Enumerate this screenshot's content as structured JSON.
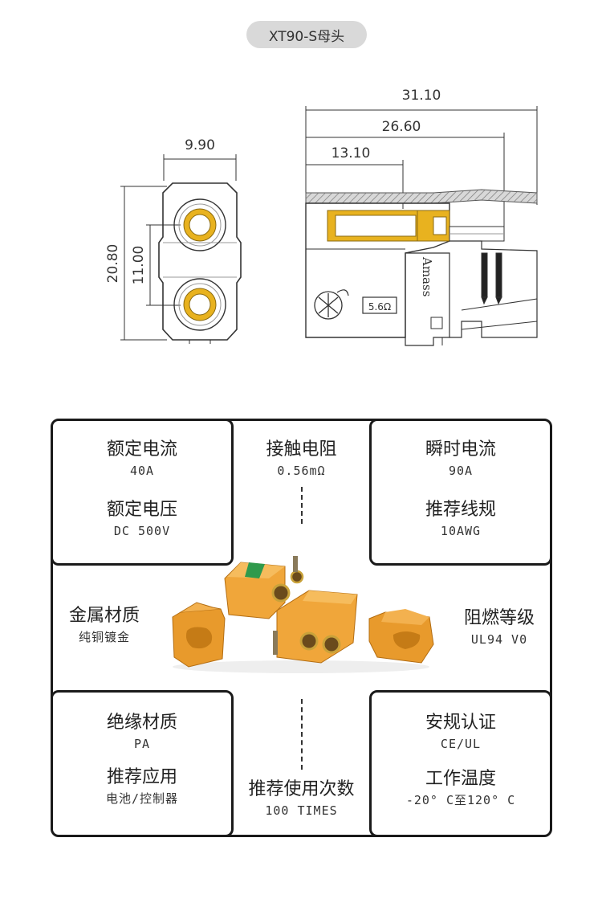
{
  "title": "XT90-S母头",
  "dimensions": {
    "front_width": "9.90",
    "front_height": "20.80",
    "pin_pitch": "11.00",
    "total_length": "31.10",
    "length_2": "26.60",
    "length_3": "13.10"
  },
  "side_markings": {
    "brand": "Amass",
    "resistor": "5.6Ω"
  },
  "specs": {
    "rated_current": {
      "label": "额定电流",
      "value": "40A"
    },
    "rated_voltage": {
      "label": "额定电压",
      "value": "DC 500V"
    },
    "contact_resistance": {
      "label": "接触电阻",
      "value": "0.56mΩ"
    },
    "instant_current": {
      "label": "瞬时电流",
      "value": "90A"
    },
    "recommended_wire": {
      "label": "推荐线规",
      "value": "10AWG"
    },
    "metal_material": {
      "label": "金属材质",
      "value": "纯铜镀金"
    },
    "flame_rating": {
      "label": "阻燃等级",
      "value": "UL94 V0"
    },
    "insulation_material": {
      "label": "绝缘材质",
      "value": "PA"
    },
    "recommended_use": {
      "label": "推荐应用",
      "value": "电池/控制器"
    },
    "recommended_cycles": {
      "label": "推荐使用次数",
      "value": "100 TIMES"
    },
    "certification": {
      "label": "安规认证",
      "value": "CE/UL"
    },
    "operating_temp": {
      "label": "工作温度",
      "value": "-20° C至120° C"
    }
  },
  "colors": {
    "connector_body": "#f0a63a",
    "gold_contact": "#e8b21f",
    "line": "#333333"
  }
}
